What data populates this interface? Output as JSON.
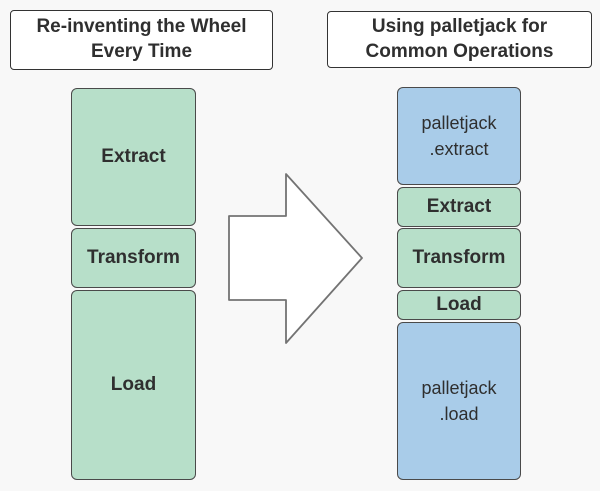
{
  "colors": {
    "background": "#f8f8f8",
    "title-bg": "#ffffff",
    "title-border": "#333333",
    "box-border": "#4a4a4a",
    "box-green": "#b7dfc9",
    "box-blue": "#a9cce9",
    "text": "#2f2f2f",
    "arrow-fill": "#ffffff",
    "arrow-border": "#737373"
  },
  "left_panel": {
    "title_lines": [
      "Re-inventing the Wheel",
      "Every Time"
    ],
    "boxes": [
      {
        "label": "Extract"
      },
      {
        "label": "Transform"
      },
      {
        "label": "Load"
      }
    ]
  },
  "right_panel": {
    "title_lines": [
      "Using palletjack for",
      "Common Operations"
    ],
    "boxes": [
      {
        "lines": [
          "palletjack",
          ".extract"
        ]
      },
      {
        "label": "Extract"
      },
      {
        "label": "Transform"
      },
      {
        "label": "Load"
      },
      {
        "lines": [
          "palletjack",
          ".load"
        ]
      }
    ]
  },
  "icons": {
    "arrow": "block-arrow-right"
  }
}
